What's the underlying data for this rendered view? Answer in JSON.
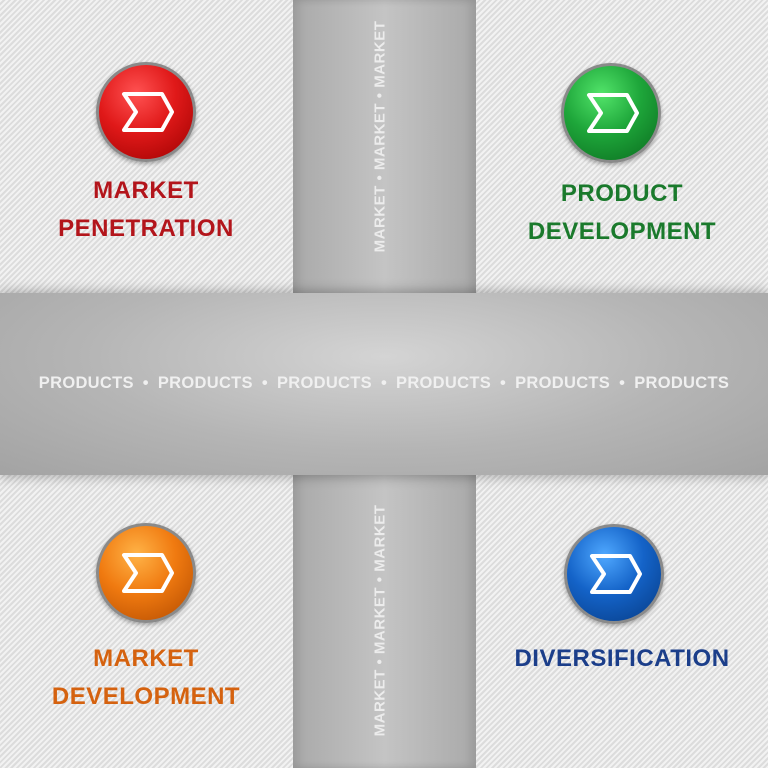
{
  "band_word_vertical": "MARKET",
  "band_word_horizontal": "PRODUCTS",
  "separator": "•",
  "quadrants": {
    "top_left": {
      "line1": "MARKET",
      "line2": "PENETRATION",
      "color": "#b3151b",
      "icon": "chevron-arrow-icon"
    },
    "top_right": {
      "line1": "PRODUCT",
      "line2": "DEVELOPMENT",
      "color": "#1a7a2c",
      "icon": "chevron-arrow-icon"
    },
    "bottom_left": {
      "line1": "MARKET",
      "line2": "DEVELOPMENT",
      "color": "#d5620f",
      "icon": "chevron-arrow-icon"
    },
    "bottom_right": {
      "line1": "DIVERSIFICATION",
      "line2": "",
      "color": "#1b3e8a",
      "icon": "chevron-arrow-icon"
    }
  }
}
